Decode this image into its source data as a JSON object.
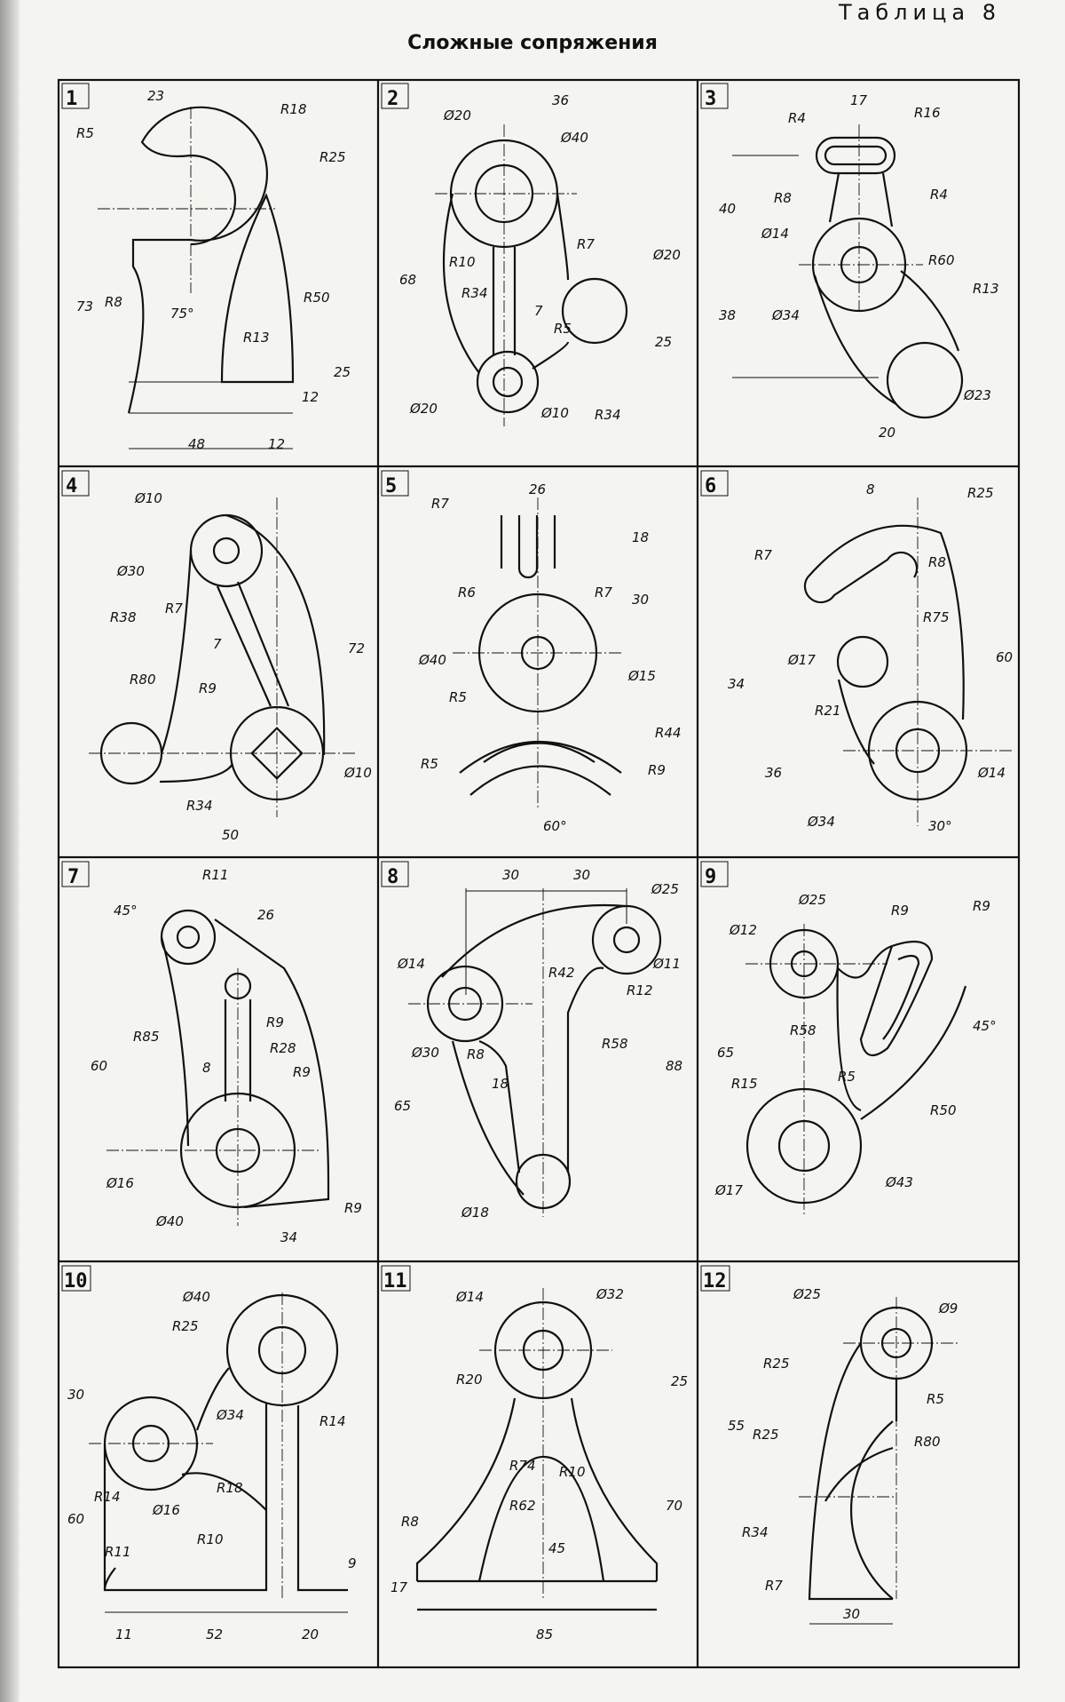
{
  "header": {
    "table_label": "Таблица  8",
    "title": "Сложные сопряжения"
  },
  "cells": [
    {
      "number": "1",
      "dims": [
        "23",
        "R18",
        "R5",
        "R25",
        "73",
        "R8",
        "75°",
        "R50",
        "R13",
        "25",
        "12",
        "48",
        "12"
      ]
    },
    {
      "number": "2",
      "dims": [
        "36",
        "Ø20",
        "Ø40",
        "68",
        "R10",
        "R34",
        "R7",
        "Ø20",
        "7",
        "R5",
        "25",
        "Ø20",
        "Ø10",
        "R34"
      ]
    },
    {
      "number": "3",
      "dims": [
        "17",
        "R4",
        "R16",
        "40",
        "R8",
        "R4",
        "Ø14",
        "R60",
        "R13",
        "38",
        "Ø34",
        "Ø23",
        "20"
      ]
    },
    {
      "number": "4",
      "dims": [
        "Ø10",
        "Ø30",
        "R7",
        "R38",
        "7",
        "72",
        "R80",
        "R9",
        "R34",
        "50",
        "Ø10"
      ]
    },
    {
      "number": "5",
      "dims": [
        "26",
        "R7",
        "18",
        "R6",
        "R7",
        "30",
        "Ø40",
        "Ø15",
        "R5",
        "R44",
        "R5",
        "R9",
        "60°"
      ]
    },
    {
      "number": "6",
      "dims": [
        "8",
        "R25",
        "R7",
        "R8",
        "R75",
        "34",
        "Ø17",
        "60",
        "R21",
        "36",
        "Ø34",
        "Ø14",
        "30°"
      ]
    },
    {
      "number": "7",
      "dims": [
        "R11",
        "45°",
        "26",
        "R85",
        "R9",
        "R28",
        "60",
        "8",
        "R9",
        "Ø16",
        "Ø40",
        "34",
        "R9"
      ]
    },
    {
      "number": "8",
      "dims": [
        "30",
        "30",
        "Ø25",
        "Ø14",
        "R42",
        "Ø11",
        "R12",
        "Ø30",
        "R8",
        "R58",
        "65",
        "18",
        "88",
        "Ø18"
      ]
    },
    {
      "number": "9",
      "dims": [
        "Ø25",
        "R9",
        "R9",
        "Ø12",
        "R58",
        "45°",
        "65",
        "R5",
        "R15",
        "R50",
        "Ø17",
        "Ø43"
      ]
    },
    {
      "number": "10",
      "dims": [
        "Ø40",
        "R25",
        "30",
        "Ø34",
        "R14",
        "R18",
        "R14",
        "Ø16",
        "60",
        "R10",
        "R11",
        "9",
        "11",
        "52",
        "20"
      ]
    },
    {
      "number": "11",
      "dims": [
        "Ø14",
        "Ø32",
        "R20",
        "25",
        "R74",
        "R10",
        "R62",
        "70",
        "R8",
        "45",
        "17",
        "85"
      ]
    },
    {
      "number": "12",
      "dims": [
        "Ø25",
        "Ø9",
        "R25",
        "R5",
        "55",
        "R25",
        "R80",
        "R34",
        "R7",
        "30"
      ]
    }
  ]
}
